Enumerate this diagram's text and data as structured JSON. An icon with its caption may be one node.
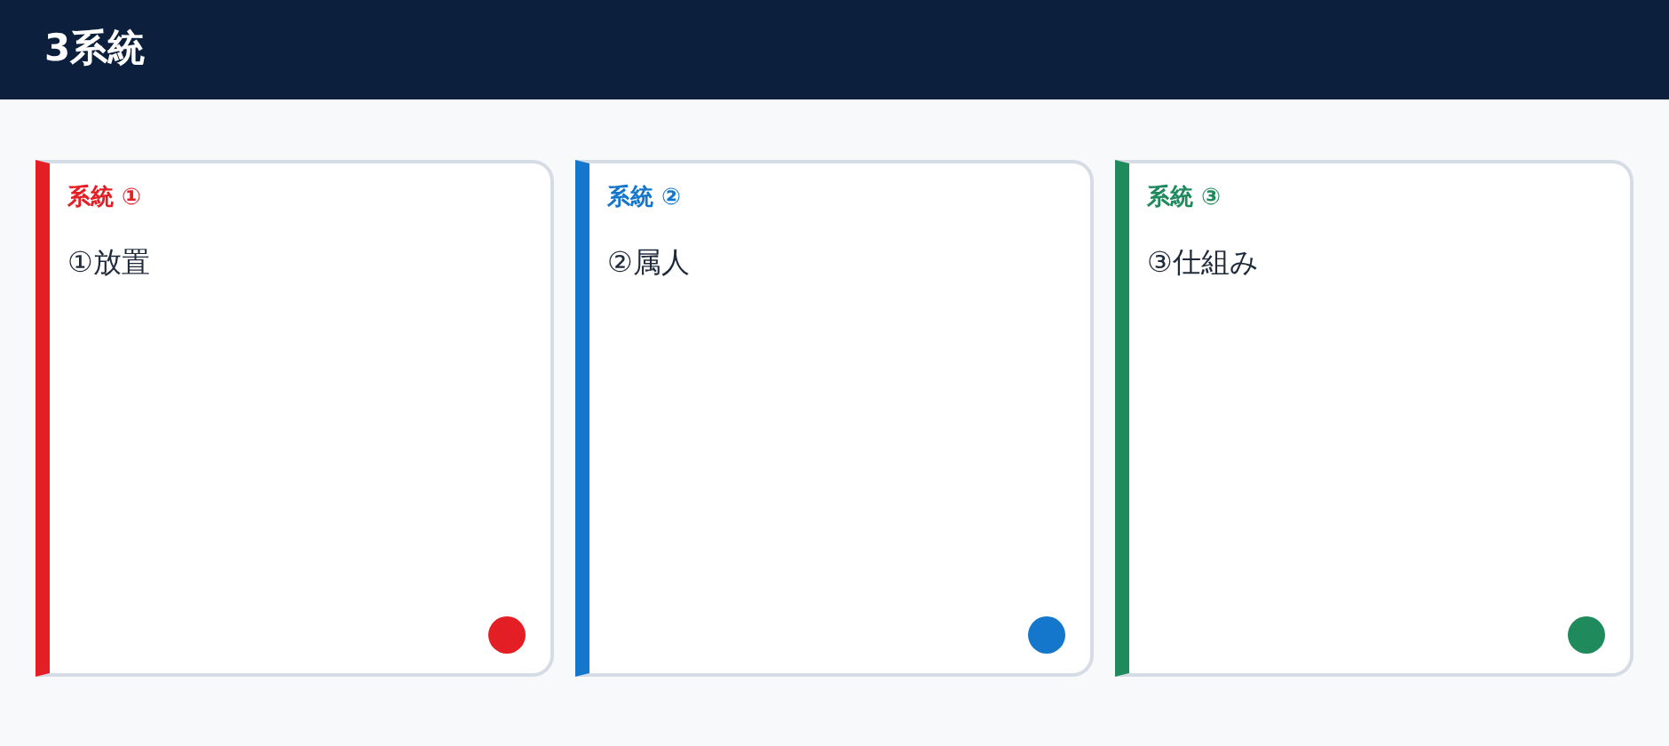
{
  "diagram": {
    "title": "3系統",
    "nodes": [
      {
        "text": [
          "系統 ①",
          "①放置"
        ]
      },
      {
        "text": [
          "系統 ②",
          "②属人"
        ]
      },
      {
        "text": [
          "系統 ③",
          "③仕組み"
        ]
      }
    ]
  }
}
